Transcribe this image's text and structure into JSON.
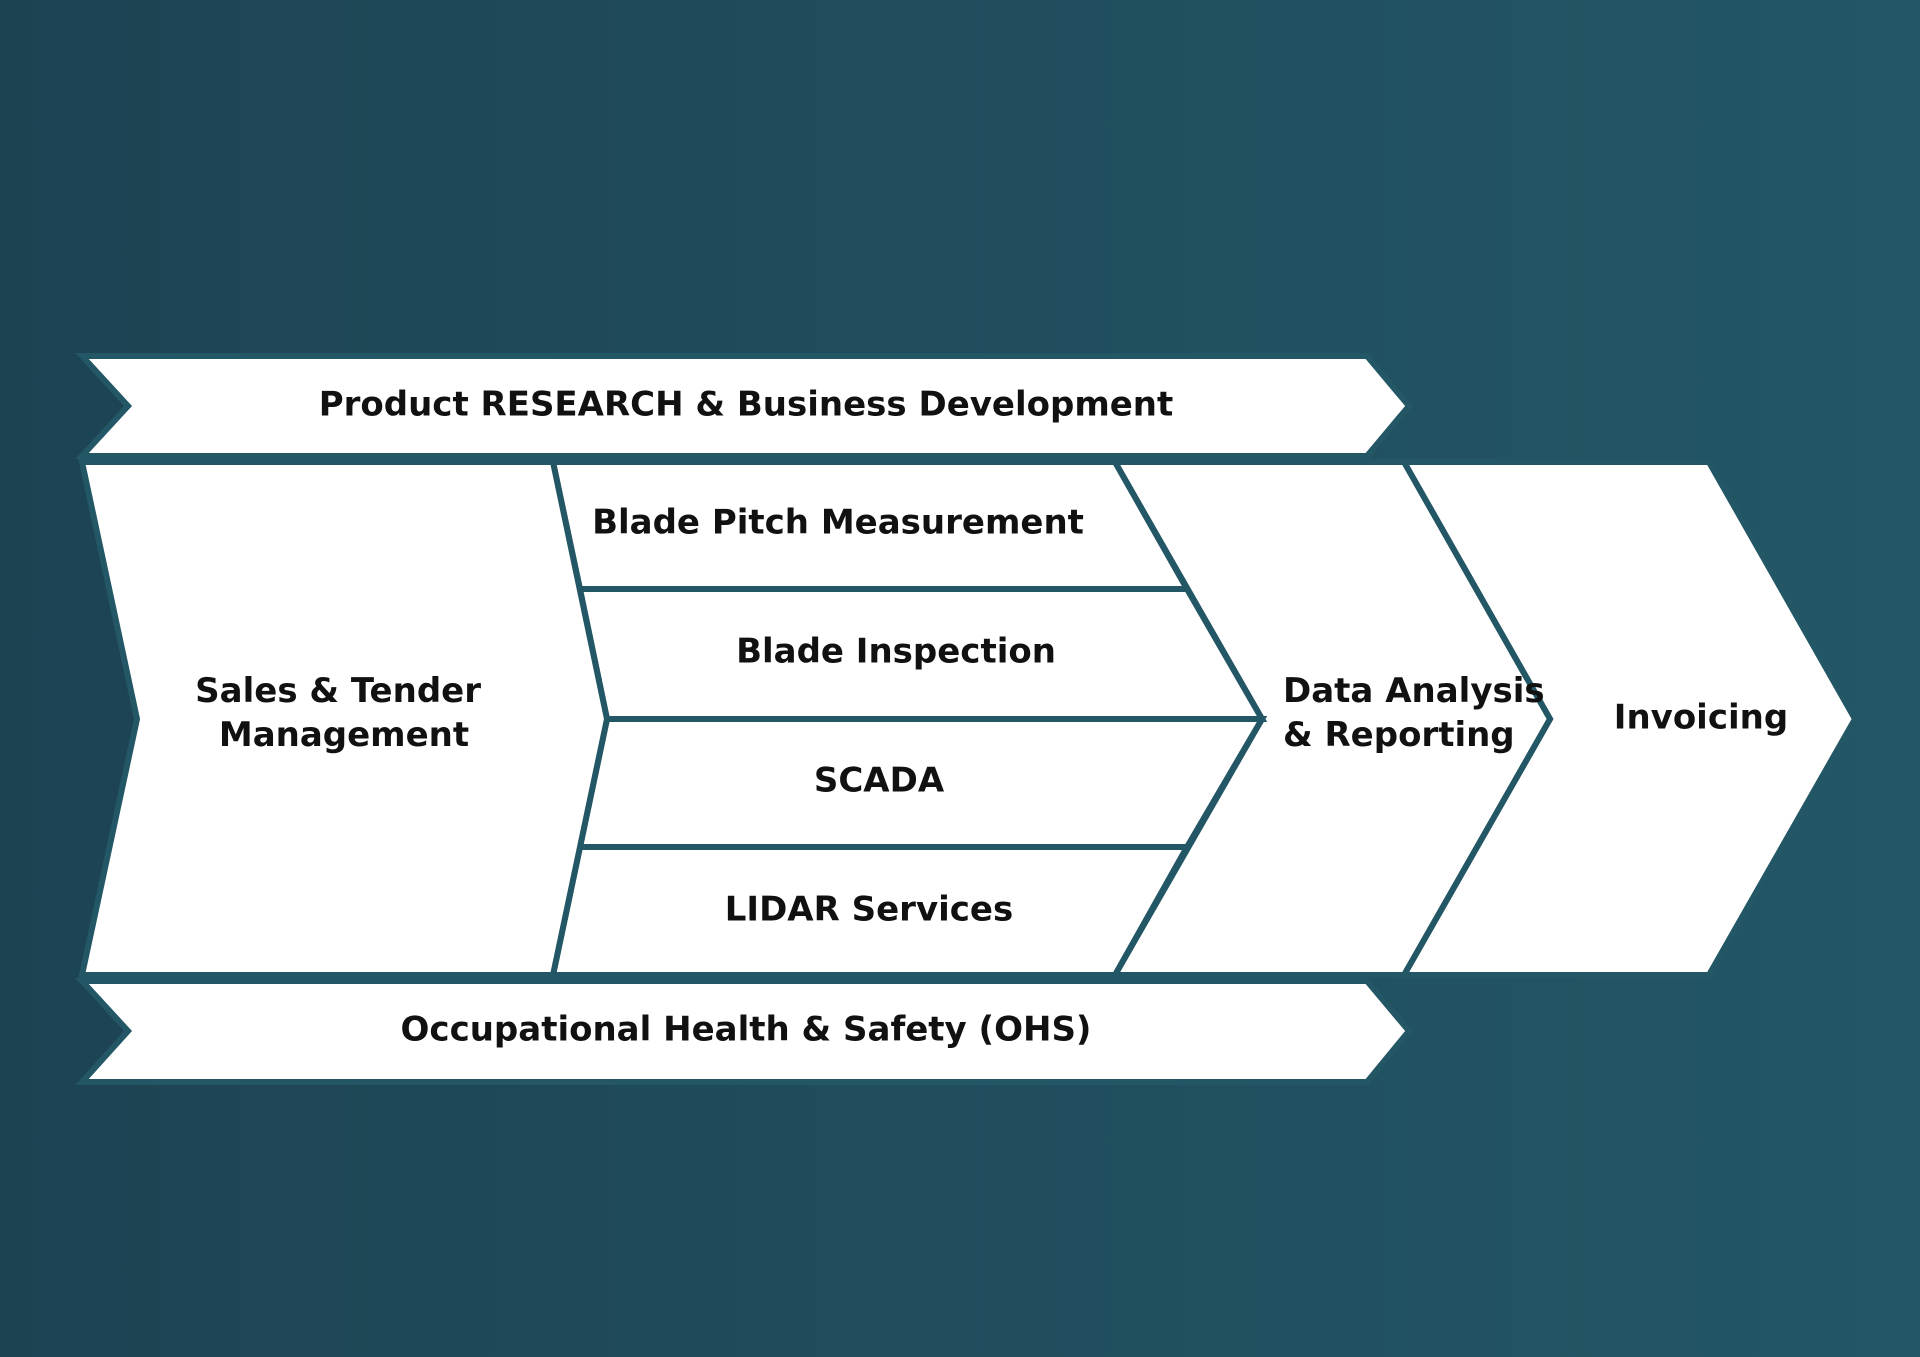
{
  "colors": {
    "background_dark": "#1d4353",
    "background_light": "#235766",
    "shape_fill": "#ffffff",
    "shape_stroke": "#235766",
    "text": "#111111"
  },
  "support_top": {
    "label": "Product RESEARCH & Business Development"
  },
  "support_bottom": {
    "label": "Occupational Health & Safety (OHS)"
  },
  "stage_sales": {
    "line1": "Sales & Tender",
    "line2": "Management"
  },
  "services": [
    {
      "label": "Blade Pitch Measurement"
    },
    {
      "label": "Blade Inspection"
    },
    {
      "label": "SCADA"
    },
    {
      "label": "LIDAR Services"
    }
  ],
  "stage_analysis": {
    "line1": "Data Analysis",
    "line2": "& Reporting"
  },
  "stage_invoicing": {
    "label": "Invoicing"
  }
}
